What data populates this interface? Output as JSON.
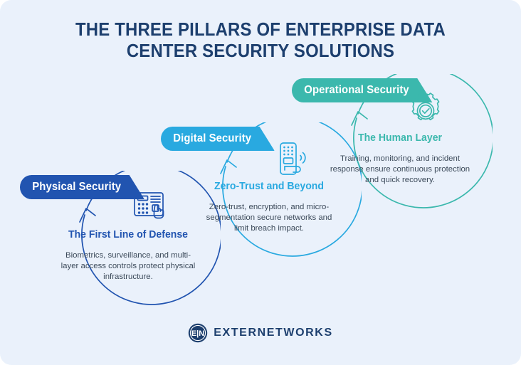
{
  "title": "THE THREE PILLARS OF ENTERPRISE DATA CENTER SECURITY SOLUTIONS",
  "colors": {
    "background": "#eaf1fb",
    "title": "#1d3f6e",
    "body_text": "#3c4a5a",
    "pillar_1": "#2154b0",
    "pillar_2": "#29a9e0",
    "pillar_3": "#3bb8ad"
  },
  "pillars": [
    {
      "badge": "Physical Security",
      "icon": "keypad-access-panel-icon",
      "heading": "The First Line of Defense",
      "body": "Biometrics, surveillance, and multi-layer access controls protect physical infrastructure.",
      "color": "#2154b0"
    },
    {
      "badge": "Digital Security",
      "icon": "smart-door-lock-icon",
      "heading": "Zero-Trust and Beyond",
      "body": "Zero-trust, encryption, and micro-segmentation secure networks and limit breach impact.",
      "color": "#29a9e0"
    },
    {
      "badge": "Operational Security",
      "icon": "gear-check-icon",
      "heading": "The Human Layer",
      "body": "Training, monitoring, and incident response ensure continuous protection and quick recovery.",
      "color": "#3bb8ad"
    }
  ],
  "footer": {
    "logo_mark": "E|N",
    "logo_text": "EXTERNETWORKS"
  }
}
